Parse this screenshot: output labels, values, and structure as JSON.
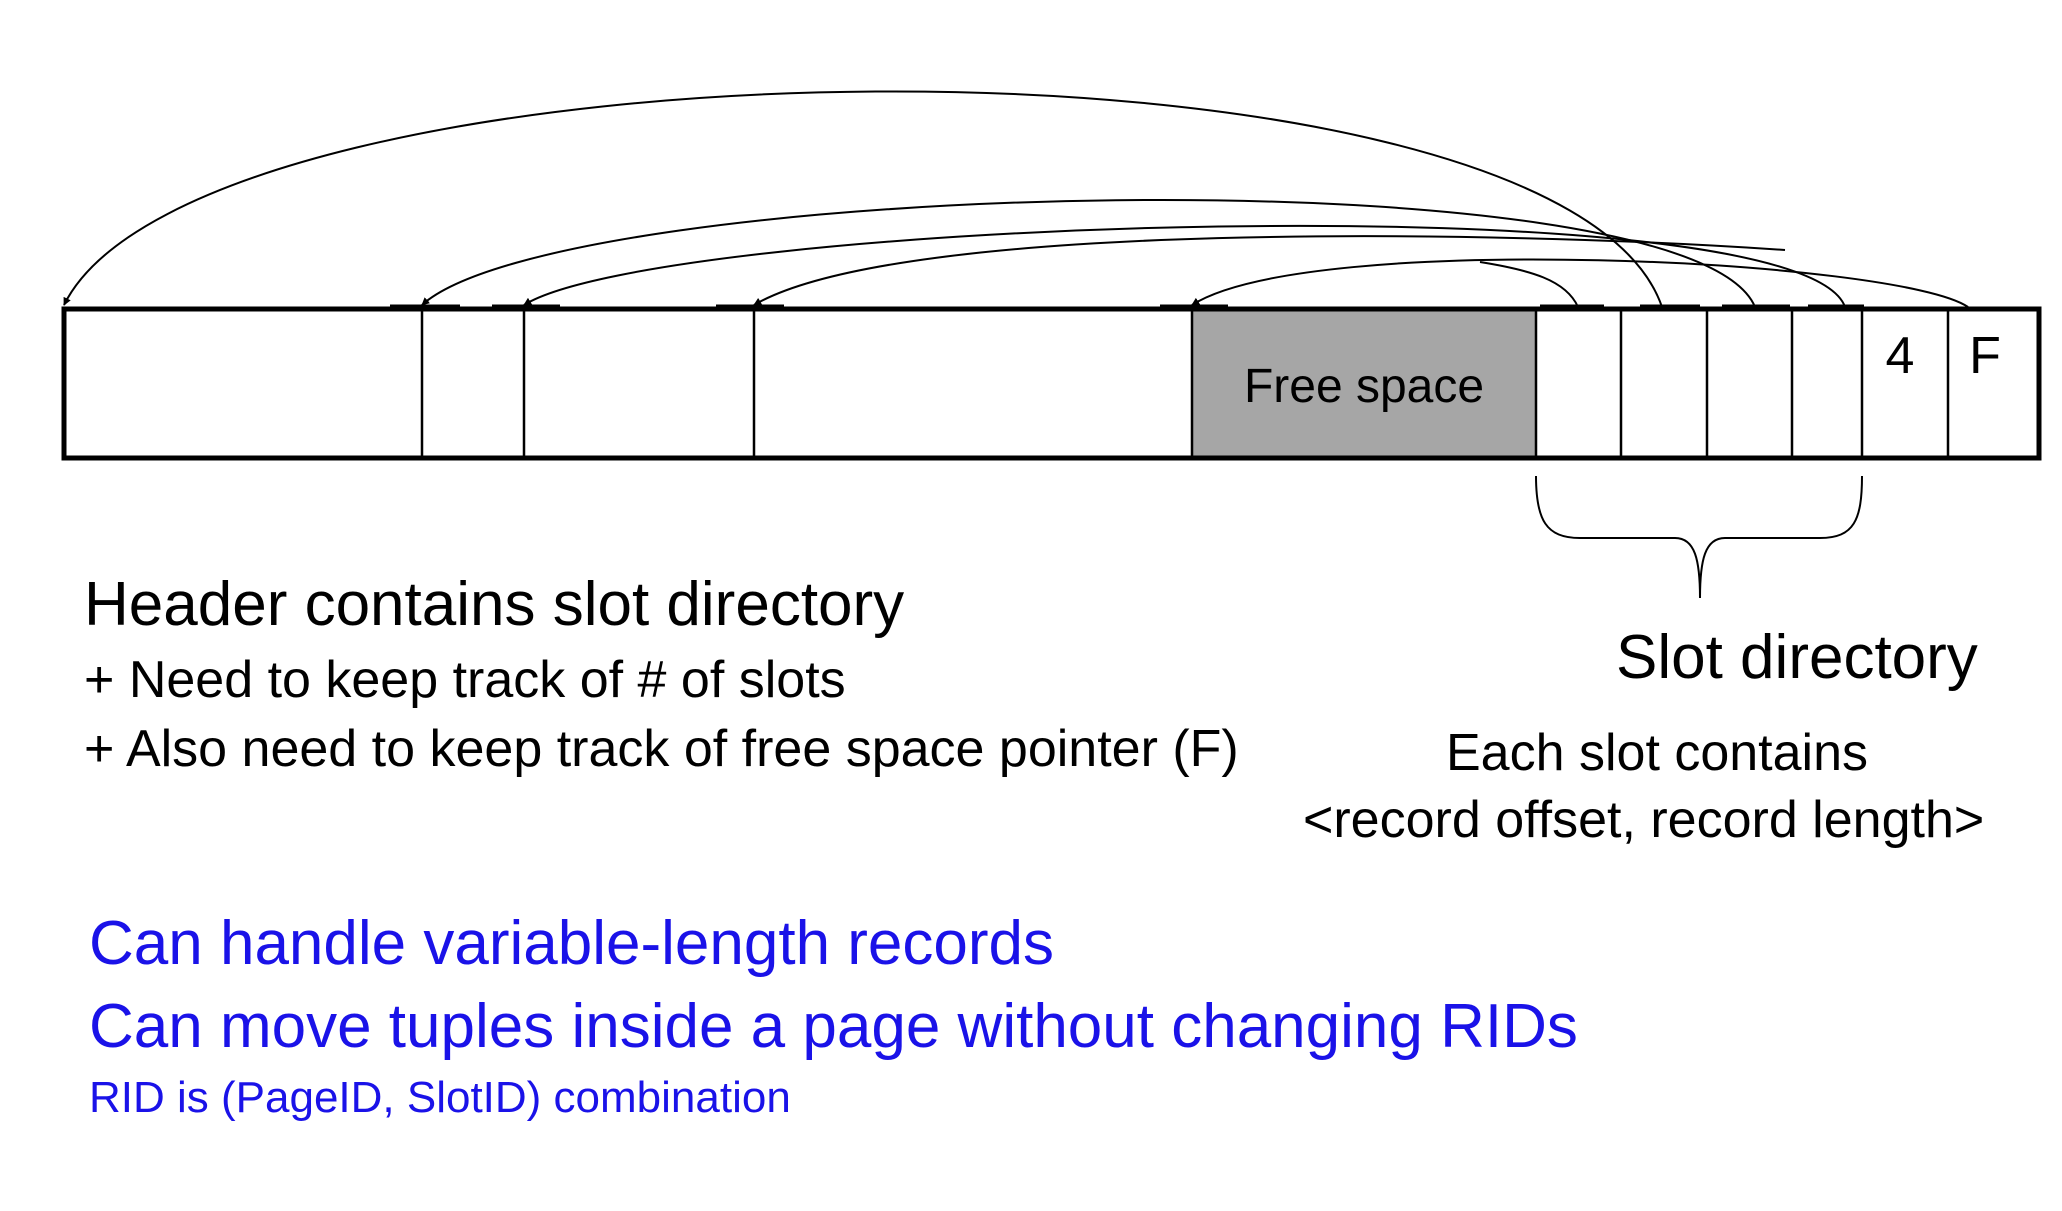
{
  "page": {
    "free_space_label": "Free space",
    "slot_count_label": "4",
    "free_pointer_label": "F",
    "colors": {
      "free_space_fill": "#a6a6a6",
      "outline": "#000000",
      "highlight_text": "#1a12e8"
    }
  },
  "slot_directory": {
    "title": "Slot directory",
    "desc_line_1": "Each slot contains",
    "desc_line_2": "<record offset, record length>"
  },
  "header_notes": {
    "title": "Header contains slot directory",
    "line_1": "+ Need to keep track of # of slots",
    "line_2": "+ Also need to keep track of free space pointer (F)"
  },
  "highlights": {
    "line_1": "Can handle variable-length records",
    "line_2": "Can move tuples inside a page without changing RIDs",
    "line_3": "RID is (PageID, SlotID) combination"
  }
}
